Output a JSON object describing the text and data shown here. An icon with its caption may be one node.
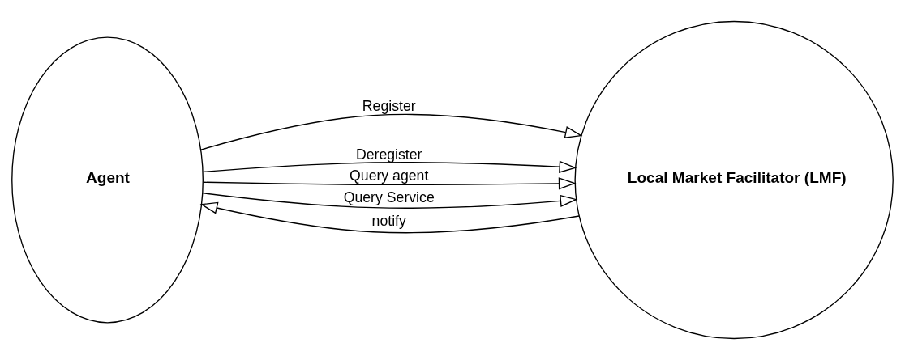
{
  "diagram": {
    "nodes": [
      {
        "text": [
          "Agent"
        ]
      },
      {
        "text": [
          "Local Market Facilitator (LMF)"
        ]
      }
    ],
    "edges": [
      {
        "from": 0,
        "to": 1,
        "arrow": "to",
        "label": "Register"
      },
      {
        "from": 0,
        "to": 1,
        "arrow": "to",
        "label": "Deregister"
      },
      {
        "from": 0,
        "to": 1,
        "arrow": "to",
        "label": "Query agent"
      },
      {
        "from": 0,
        "to": 1,
        "arrow": "to",
        "label": "Query Service"
      },
      {
        "from": 1,
        "to": 0,
        "arrow": "to",
        "label": "notify"
      }
    ]
  }
}
